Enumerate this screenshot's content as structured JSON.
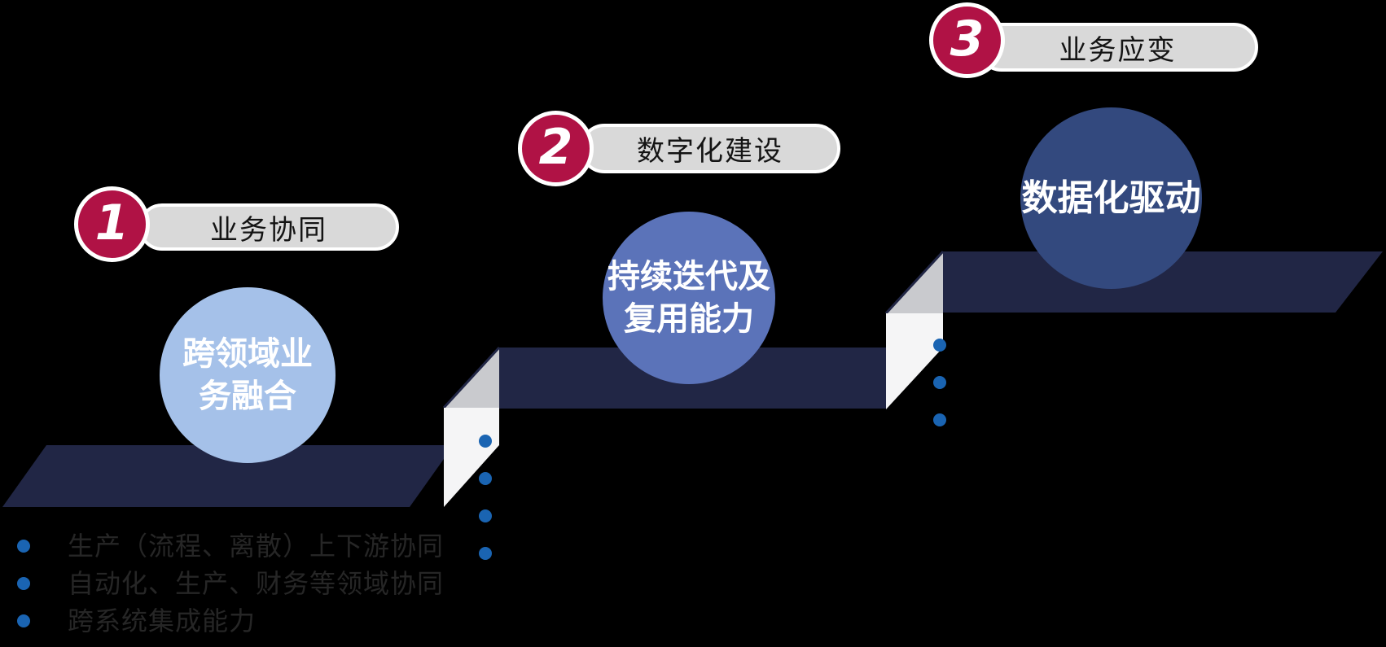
{
  "diagram_title": "",
  "steps": [
    {
      "number": "1",
      "pill_label": "业务协同",
      "circle_lines": [
        "跨领域业",
        "务融合"
      ],
      "bullets": [
        "生产（流程、离散）上下游协同",
        "自动化、生产、财务等领域协同",
        "跨系统集成能力"
      ]
    },
    {
      "number": "2",
      "pill_label": "数字化建设",
      "circle_lines": [
        "持续迭代及",
        "复用能力"
      ],
      "bullet_dot_count": 4
    },
    {
      "number": "3",
      "pill_label": "业务应变",
      "circle_lines": [
        "数据化驱动"
      ],
      "bullet_dot_count": 3
    }
  ],
  "colors": {
    "background": "#000000",
    "platform_navy": "#212645",
    "riser_white": "#f5f5f6",
    "riser_gray": "#c9cace",
    "badge_red": "#b01245",
    "badge_ring_white": "#ffffff",
    "pill_gray": "#d9d9d9",
    "pill_border_white": "#ffffff",
    "circle_1_blue": "#a5c1e9",
    "circle_2_blue": "#5b73b9",
    "circle_3_blue": "#33497e",
    "bullet_dot_blue": "#1a64b2",
    "bullet_text_gray": "#262626",
    "circle_text_white": "#ffffff"
  }
}
